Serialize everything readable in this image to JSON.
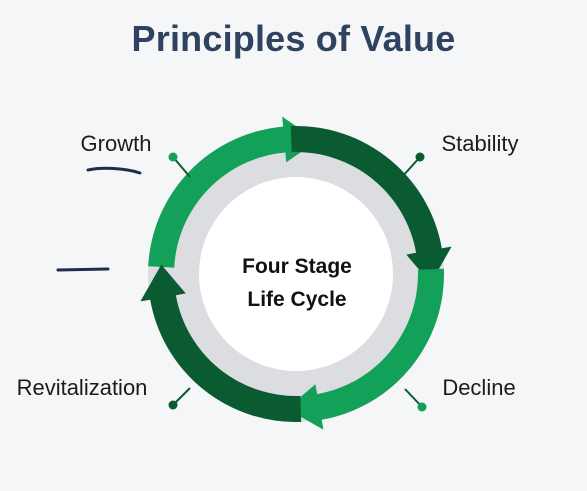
{
  "title": "Principles of Value",
  "center": {
    "line1": "Four Stage",
    "line2": "Life Cycle"
  },
  "stages": [
    {
      "label": "Growth",
      "color": "#13a058"
    },
    {
      "label": "Stability",
      "color": "#0a5a32"
    },
    {
      "label": "Decline",
      "color": "#13a058"
    },
    {
      "label": "Revitalization",
      "color": "#0a5a32"
    }
  ],
  "colors": {
    "title": "#2f4360",
    "inner_disc": "#ffffff",
    "inner_ring": "#dcdde0",
    "connector": "#0a5a32",
    "annotation": "#1f2e4a"
  }
}
